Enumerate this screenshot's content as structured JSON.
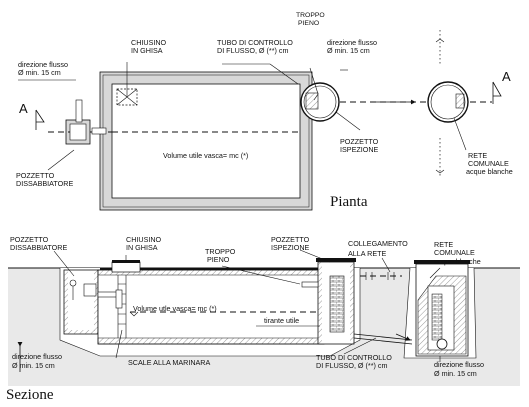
{
  "plan": {
    "title": "Pianta",
    "labels": {
      "section_a_left": "A",
      "section_a_right": "A",
      "chiusino_1": "CHIUSINO",
      "chiusino_2": "IN GHISA",
      "tubo_1": "TUBO DI CONTROLLO",
      "tubo_2": "DI FLUSSO, Ø (**) cm",
      "troppo_1": "TROPPO",
      "troppo_2": "PIENO",
      "flow_left_1": "direzione flusso",
      "flow_left_2": "Ø min. 15 cm",
      "flow_right_1": "direzione flusso",
      "flow_right_2": "Ø min. 15 cm",
      "pozzetto_isp_1": "POZZETTO",
      "pozzetto_isp_2": "ISPEZIONE",
      "volume": "Volume utile vasca= mc (*)",
      "pozzetto_dis_1": "POZZETTO",
      "pozzetto_dis_2": "DISSABBIATORE",
      "rete_1": "RETE",
      "rete_2": "COMUNALE",
      "rete_3": "acque blanche"
    }
  },
  "section": {
    "title": "Sezione",
    "labels": {
      "pozzetto_dis_1": "POZZETTO",
      "pozzetto_dis_2": "DISSABBIATORE",
      "chiusino_1": "CHIUSINO",
      "chiusino_2": "IN GHISA",
      "troppo_1": "TROPPO",
      "troppo_2": "PIENO",
      "pozzetto_isp_1": "POZZETTO",
      "pozzetto_isp_2": "ISPEZIONE",
      "collegamento_1": "COLLEGAMENTO",
      "collegamento_2": "ALLA RETE",
      "rete_1": "RETE",
      "rete_2": "COMUNALE",
      "rete_3": "acque blanche",
      "volume": "Volume utle vasca= mc (*)",
      "tirante": "tirante utile",
      "flow_left_1": "direzione flusso",
      "flow_left_2": "Ø min. 15 cm",
      "scale": "SCALE ALLA MARINARA",
      "tubo_1": "TUBO DI CONTROLLO",
      "tubo_2": "DI FLUSSO, Ø (**) cm",
      "flow_right_1": "direzione flusso",
      "flow_right_2": "Ø min. 15 cm"
    }
  }
}
